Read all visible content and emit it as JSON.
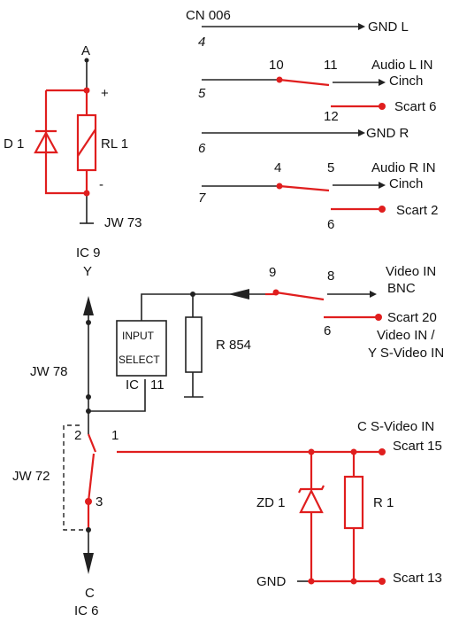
{
  "colors": {
    "wire_red": "#e01e1e",
    "wire_black": "#222222"
  },
  "labels": {
    "cn006": "CN 006",
    "gnd_l": "GND L",
    "pin4": "4",
    "pin10": "10",
    "pin11": "11",
    "audio_l_in": "Audio L IN",
    "cinch1": "Cinch",
    "pin5": "5",
    "pin12": "12",
    "scart6": "Scart 6",
    "gnd_r": "GND R",
    "pin6": "6",
    "pin4b": "4",
    "pin5b": "5",
    "audio_r_in": "Audio R IN",
    "cinch2": "Cinch",
    "pin7": "7",
    "scart2": "Scart 2",
    "pin6b": "6",
    "node_a": "A",
    "plus": "+",
    "minus": "-",
    "d1": "D 1",
    "rl1": "RL 1",
    "jw73": "JW 73",
    "ic9": "IC 9",
    "y": "Y",
    "pin9": "9",
    "pin8": "8",
    "video_in": "Video IN",
    "bnc": "BNC",
    "scart20": "Scart 20",
    "pin6c": "6",
    "video_in_y1": "Video IN /",
    "video_in_y2": "Y S-Video IN",
    "input": "INPUT",
    "select": "SELECT",
    "ic_select": "IC",
    "pin11b": "11",
    "r854": "R 854",
    "jw78": "JW 78",
    "c_svideo_in": "C S-Video IN",
    "pin2": "2",
    "pin1": "1",
    "scart15": "Scart 15",
    "jw72": "JW 72",
    "pin3": "3",
    "zd1": "ZD 1",
    "r1": "R 1",
    "gnd": "GND",
    "scart13": "Scart 13",
    "c": "C",
    "ic6": "IC 6"
  }
}
